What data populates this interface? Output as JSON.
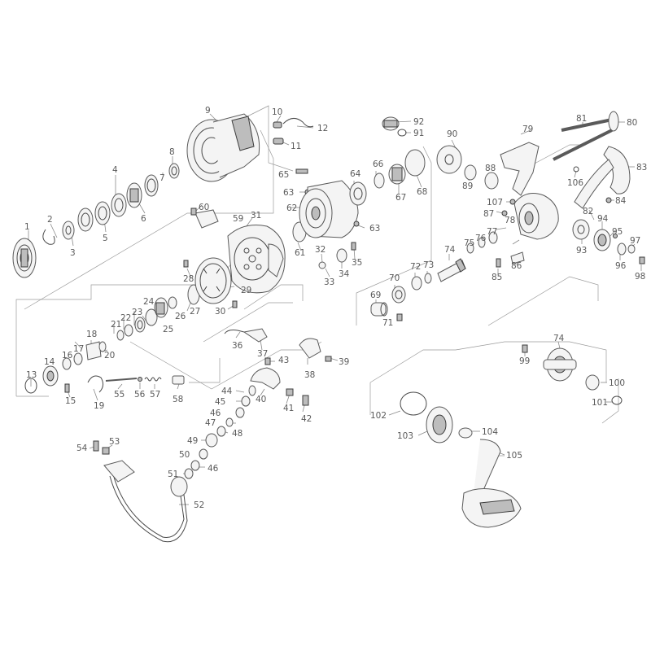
{
  "labels": [
    "1",
    "2",
    "3",
    "4",
    "5",
    "6",
    "7",
    "8",
    "9",
    "10",
    "11",
    "12",
    "13",
    "14",
    "15",
    "16",
    "17",
    "18",
    "19",
    "20",
    "21",
    "22",
    "23",
    "24",
    "25",
    "26",
    "27",
    "28",
    "29",
    "30",
    "31",
    "32",
    "33",
    "34",
    "35",
    "36",
    "37",
    "38",
    "39",
    "40",
    "41",
    "42",
    "43",
    "44",
    "45",
    "46",
    "46",
    "47",
    "48",
    "49",
    "50",
    "51",
    "52",
    "53",
    "54",
    "55",
    "56",
    "57",
    "58",
    "59",
    "60",
    "61",
    "62",
    "63",
    "63",
    "64",
    "65",
    "66",
    "67",
    "68",
    "69",
    "70",
    "71",
    "72",
    "73",
    "74",
    "74",
    "75",
    "76",
    "77",
    "78",
    "79",
    "80",
    "81",
    "82",
    "83",
    "84",
    "85",
    "86",
    "87",
    "88",
    "89",
    "90",
    "91",
    "92",
    "93",
    "94",
    "95",
    "96",
    "97",
    "98",
    "99",
    "100",
    "101",
    "102",
    "103",
    "104",
    "105",
    "106",
    "107"
  ]
}
